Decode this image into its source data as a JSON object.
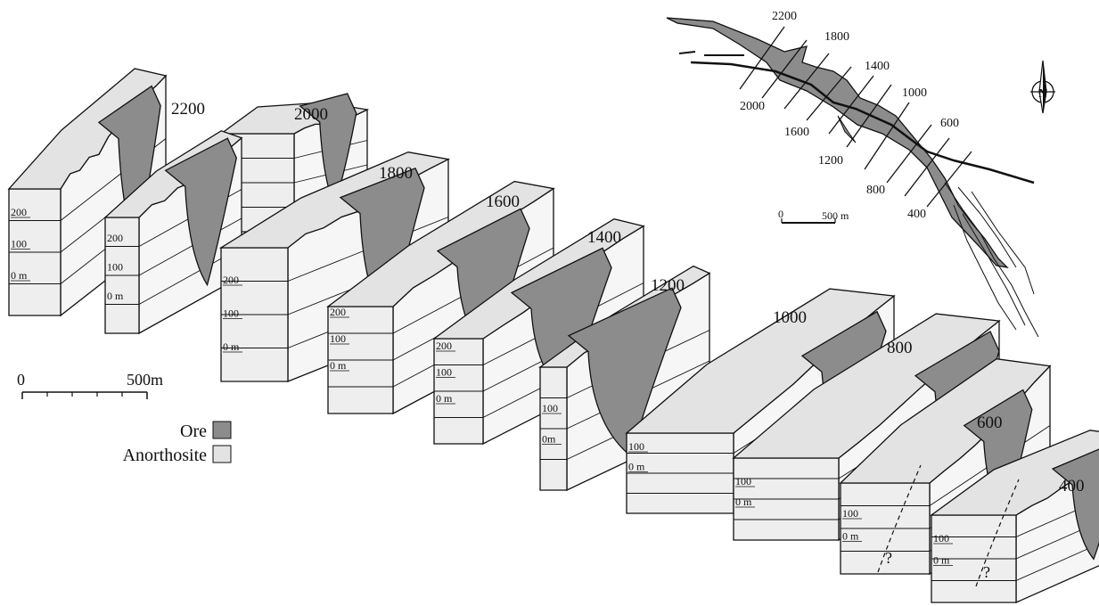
{
  "sections": [
    {
      "label": "2200",
      "elevations": [
        "200",
        "100",
        "0 m"
      ]
    },
    {
      "label": "2000",
      "elevations": [
        "200",
        "100",
        "0 m"
      ]
    },
    {
      "label": "1800",
      "elevations": [
        "200",
        "100",
        "0 m"
      ]
    },
    {
      "label": "1600",
      "elevations": [
        "200",
        "100",
        "0 m"
      ]
    },
    {
      "label": "1400",
      "elevations": [
        "200",
        "100",
        "0 m"
      ]
    },
    {
      "label": "1200",
      "elevations": [
        "100",
        "0m"
      ]
    },
    {
      "label": "1000",
      "elevations": [
        "100",
        "0 m"
      ]
    },
    {
      "label": "800",
      "elevations": [
        "100",
        "0 m"
      ]
    },
    {
      "label": "600",
      "elevations": [
        "100",
        "0 m"
      ]
    },
    {
      "label": "400",
      "elevations": [
        "100",
        "0 m"
      ]
    }
  ],
  "uncertain_mark": "?",
  "scale_bar": {
    "start": "0",
    "end": "500m"
  },
  "legend": [
    {
      "label": "Ore",
      "color": "#8c8c8c"
    },
    {
      "label": "Anorthosite",
      "color": "#e3e3e3"
    }
  ],
  "inset_map": {
    "section_labels": [
      "2200",
      "1800",
      "1400",
      "1000",
      "600",
      "2000",
      "1600",
      "1200",
      "800",
      "400"
    ],
    "scale_start": "0",
    "scale_end": "500 m",
    "north_letter": "N"
  },
  "colors": {
    "ore": "#8c8c8c",
    "anorthosite": "#e3e3e3",
    "block_front": "#eeeeee",
    "block_side": "#f6f6f6",
    "outline": "#111111"
  }
}
